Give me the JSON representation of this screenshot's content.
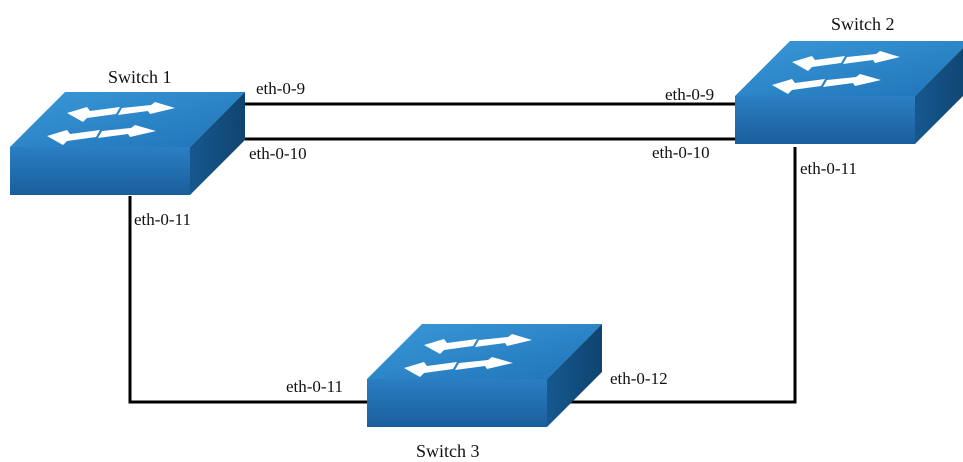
{
  "diagram": {
    "switches": [
      {
        "id": "sw1",
        "name": "Switch 1"
      },
      {
        "id": "sw2",
        "name": "Switch 2"
      },
      {
        "id": "sw3",
        "name": "Switch 3"
      }
    ],
    "links": [
      {
        "from": "sw1",
        "to": "sw2",
        "from_port": "eth-0-9",
        "to_port": "eth-0-9"
      },
      {
        "from": "sw1",
        "to": "sw2",
        "from_port": "eth-0-10",
        "to_port": "eth-0-10"
      },
      {
        "from": "sw1",
        "to": "sw3",
        "from_port": "eth-0-11",
        "to_port": "eth-0-11"
      },
      {
        "from": "sw2",
        "to": "sw3",
        "from_port": "eth-0-11",
        "to_port": "eth-0-12"
      }
    ],
    "colors": {
      "switch_top": "#2c86c9",
      "switch_front": "#1d6aac",
      "switch_side": "#124f86",
      "arrow": "#ffffff",
      "link": "#000000"
    }
  }
}
